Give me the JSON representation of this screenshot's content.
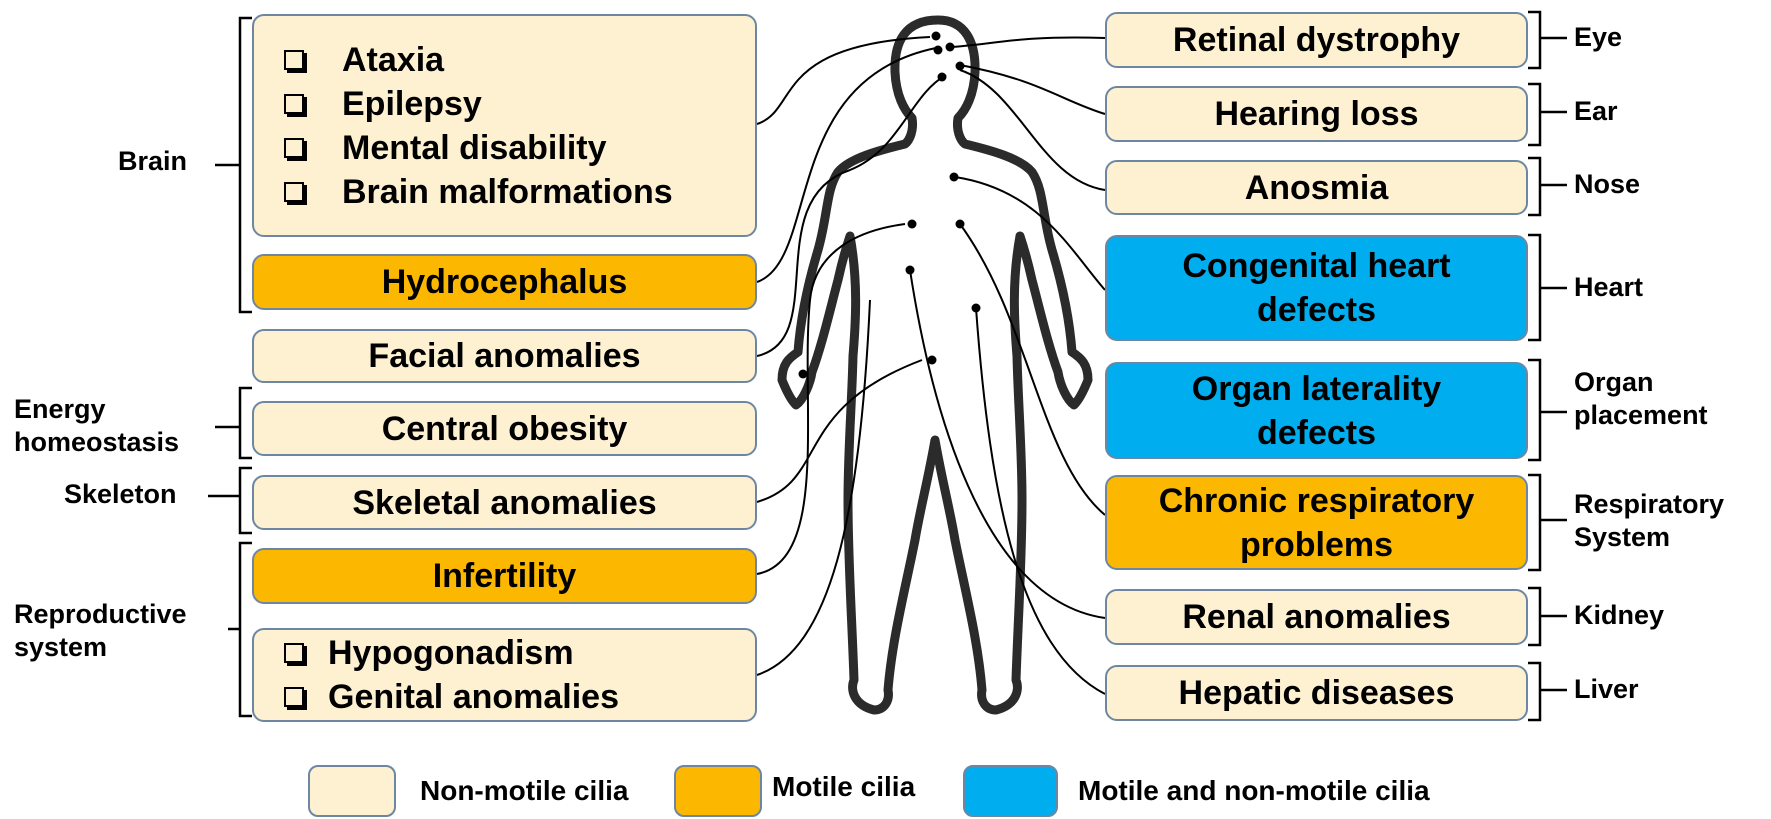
{
  "left_boxes": {
    "brain_list": [
      "Ataxia",
      "Epilepsy",
      "Mental disability",
      "Brain malformations"
    ],
    "hydrocephalus": "Hydrocephalus",
    "facial": "Facial anomalies",
    "obesity": "Central obesity",
    "skeletal": "Skeletal anomalies",
    "infertility": "Infertility",
    "repro_list": [
      "Hypogonadism",
      "Genital anomalies"
    ]
  },
  "left_labels": {
    "brain": "Brain",
    "energy_1": "Energy",
    "energy_2": "homeostasis",
    "skeleton": "Skeleton",
    "repro_1": "Reproductive",
    "repro_2": "system"
  },
  "right_boxes": {
    "retinal": "Retinal dystrophy",
    "hearing": "Hearing loss",
    "anosmia": "Anosmia",
    "heart_1": "Congenital heart",
    "heart_2": "defects",
    "organ_1": "Organ laterality",
    "organ_2": "defects",
    "resp_1": "Chronic respiratory",
    "resp_2": "problems",
    "renal": "Renal anomalies",
    "hepatic": "Hepatic diseases"
  },
  "right_labels": {
    "eye": "Eye",
    "ear": "Ear",
    "nose": "Nose",
    "heart": "Heart",
    "organ_1": "Organ",
    "organ_2": "placement",
    "resp_1": "Respiratory",
    "resp_2": "System",
    "kidney": "Kidney",
    "liver": "Liver"
  },
  "legend": {
    "non_motile": "Non-motile cilia",
    "motile": "Motile cilia",
    "both": "Motile and non-motile cilia"
  },
  "colors": {
    "non_motile": "#fdf1d1",
    "motile": "#fcb800",
    "both": "#00aeef",
    "border": "#6d87a3"
  }
}
